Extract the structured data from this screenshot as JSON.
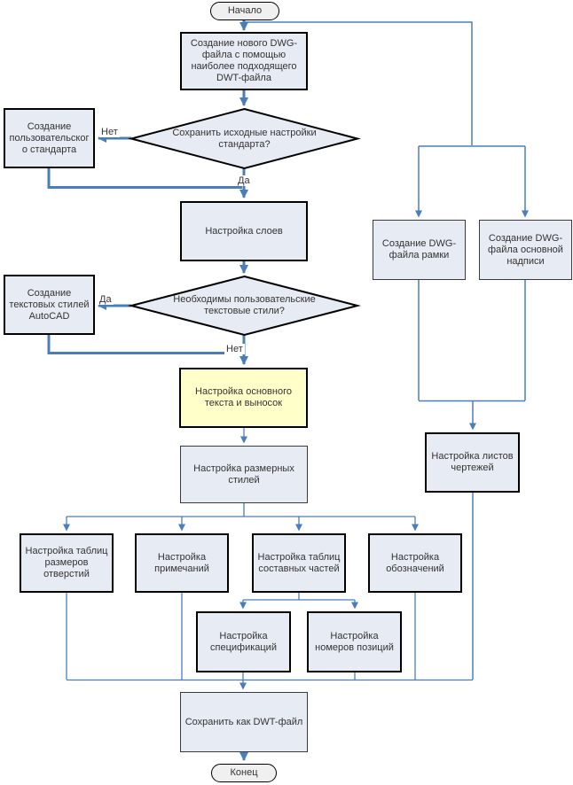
{
  "colors": {
    "line_blue": "#4A7EBB",
    "arrowhead_blue": "#4A7EBB",
    "process_fill": "#E7EBF3",
    "process_border": "#000000",
    "highlight_fill": "#FFFFC9",
    "terminator_fill": "#F0F0F0",
    "text": "#333333"
  },
  "nodes": {
    "start": {
      "label": "Начало"
    },
    "create_dwg": {
      "label": "Создание нового DWG-файла с помощью наиболее подходящего DWT-файла"
    },
    "keep_settings_q": {
      "label": "Сохранить исходные настройки стандарта?"
    },
    "custom_standard": {
      "label": "Создание пользовательского стандарта"
    },
    "layers": {
      "label": "Настройка слоев"
    },
    "text_styles_q": {
      "label": "Необходимы пользовательские текстовые стили?"
    },
    "autocad_text_styles": {
      "label": "Создание текстовых стилей AutoCAD"
    },
    "main_text": {
      "label": "Настройка основного текста и выносок"
    },
    "dim_styles": {
      "label": "Настройка размерных стилей"
    },
    "hole_tables": {
      "label": "Настройка таблиц размеров отверстий"
    },
    "notes": {
      "label": "Настройка примечаний"
    },
    "parts_tables": {
      "label": "Настройка таблиц составных частей"
    },
    "symbols": {
      "label": "Настройка обозначений"
    },
    "specs": {
      "label": "Настройка спецификаций"
    },
    "item_numbers": {
      "label": "Настройка номеров позиций"
    },
    "save_dwt": {
      "label": "Сохранить как DWT-файл"
    },
    "end": {
      "label": "Конец"
    },
    "frame_dwg": {
      "label": "Создание DWG-файла рамки"
    },
    "title_block_dwg": {
      "label": "Создание DWG-файла основной надписи"
    },
    "sheets": {
      "label": "Настройка листов чертежей"
    }
  },
  "edge_labels": {
    "no1": "Нет",
    "yes1": "Да",
    "yes2": "Да",
    "no2": "Нет"
  }
}
